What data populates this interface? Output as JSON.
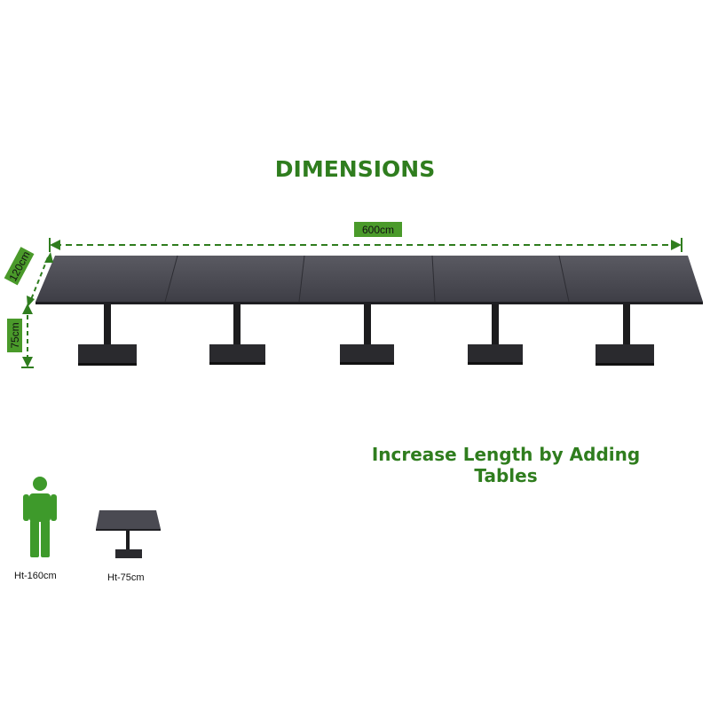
{
  "title": "DIMENSIONS",
  "subtitle": "Increase Length by Adding Tables",
  "dimensions": {
    "length": "600cm",
    "width": "120cm",
    "height": "75cm"
  },
  "comparison": {
    "person_caption": "Ht-160cm",
    "table_caption": "Ht-75cm"
  },
  "colors": {
    "accent": "#2f7d1e",
    "label_bg": "#4a9a2a",
    "table_top": "#4a4a52",
    "table_legs": "#1c1c1e"
  },
  "table_module_count": 5
}
